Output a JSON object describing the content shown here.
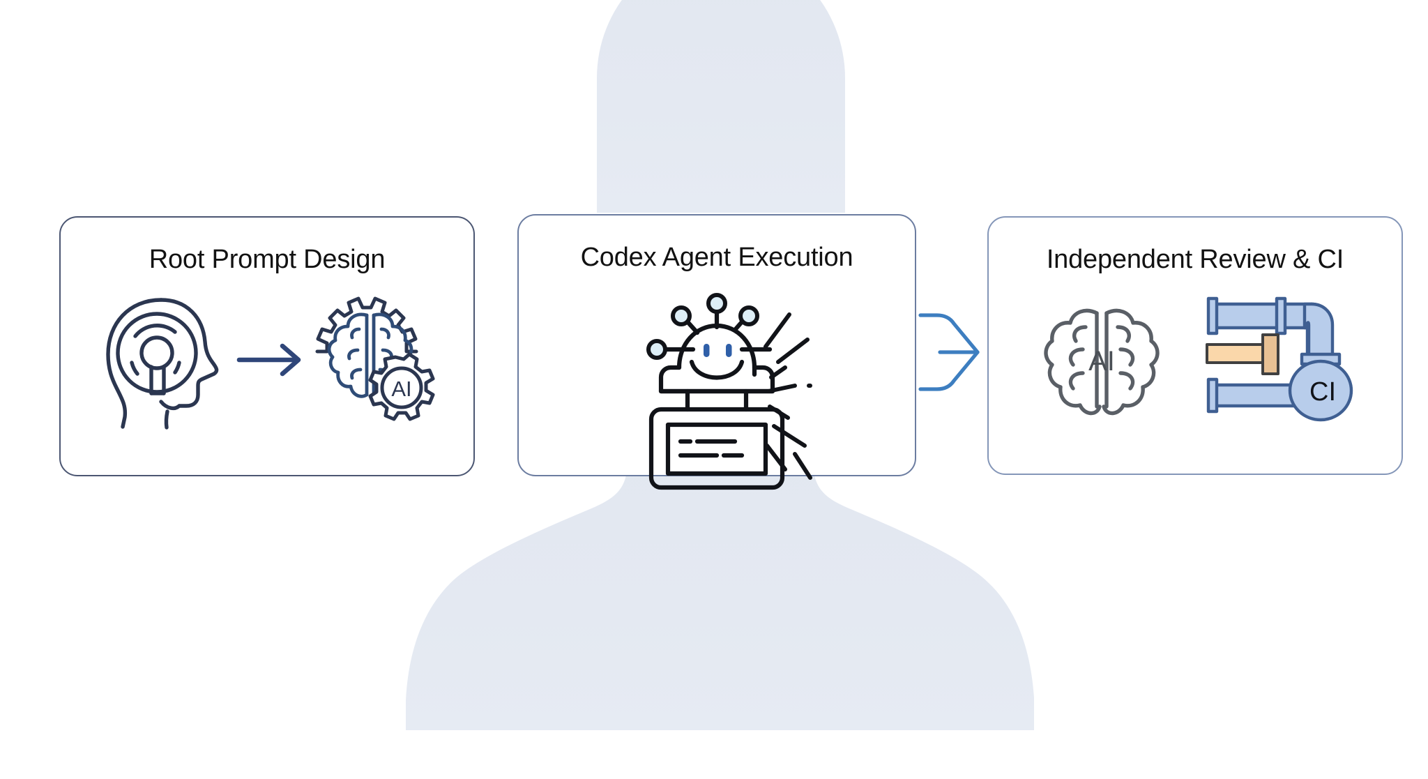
{
  "page": {
    "type": "process-flow-diagram",
    "background_color": "#ffffff",
    "watermark": {
      "name": "person-silhouette",
      "color": "#e3e8f1",
      "description": "large faded head-and-shoulders avatar silhouette centered behind the cards"
    }
  },
  "theme": {
    "card_background": "#ffffff",
    "card_border": "#4b5672",
    "card_border_light": "#8496b8",
    "title_color": "#121212",
    "accent_blue": "#3d7ec0",
    "ink_navy": "#2b3650",
    "ink_steel": "#2f4c77",
    "icon_gray": "#5a5f66",
    "pipe_fill": "#b8cdeb",
    "pipe_stroke": "#3f5f92",
    "wrench_fill": "#fad7aa",
    "wrench_stroke": "#404040",
    "robot_node_fill": "#ddeef7"
  },
  "cards": [
    {
      "id": "root-prompt-design",
      "title": "Root Prompt Design",
      "icons": [
        {
          "name": "head-fingerprint-icon",
          "label": ""
        },
        {
          "name": "arrow-right-icon",
          "label": ""
        },
        {
          "name": "brain-gear-ai-icon",
          "label": "AI"
        }
      ]
    },
    {
      "id": "codex-agent-execution",
      "title": "Codex Agent Execution",
      "icons": [
        {
          "name": "robot-terminal-icon",
          "label": ""
        }
      ]
    },
    {
      "id": "independent-review-ci",
      "title": "Independent Review & CI",
      "icons": [
        {
          "name": "brain-ai-icon",
          "label": "AI"
        },
        {
          "name": "ci-pipeline-flask-icon",
          "label": "CI"
        }
      ]
    }
  ],
  "connectors": [
    {
      "name": "merge-arrow-card2-to-card3",
      "from": "codex-agent-execution",
      "to": "independent-review-ci",
      "color": "#3d7ec0",
      "style": "chevron-merge"
    }
  ],
  "icon_labels": {
    "ai_gear": "AI",
    "ai_brain": "AI",
    "ci_flask": "CI"
  }
}
